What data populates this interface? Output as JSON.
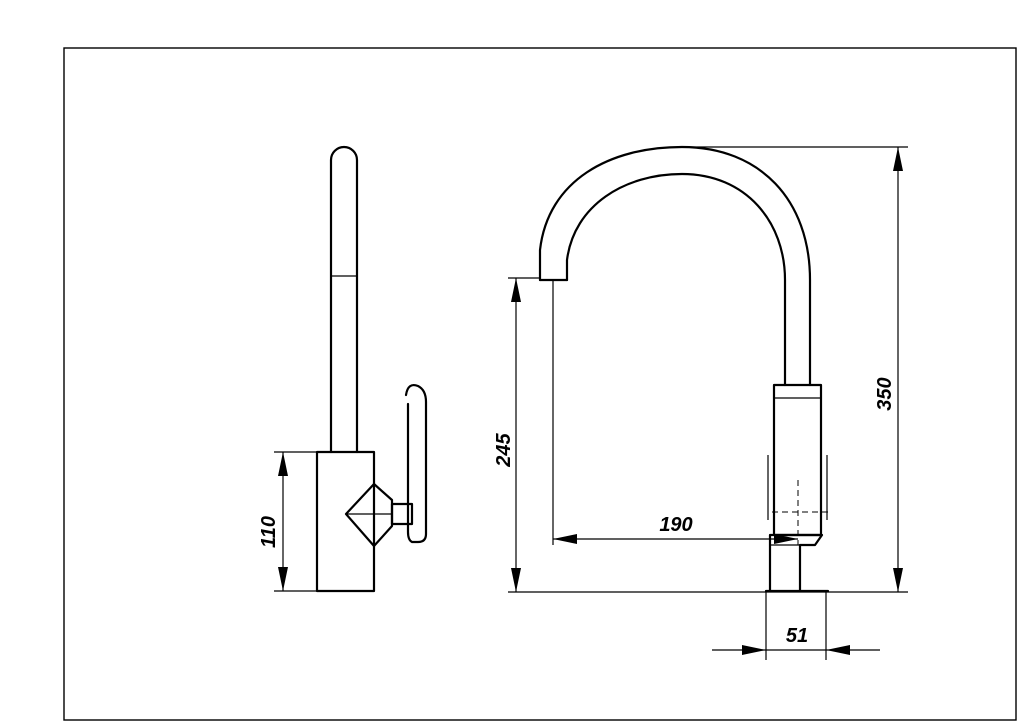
{
  "dimensions": {
    "body_height": "110",
    "spout_height": "245",
    "total_height": "350",
    "spout_reach": "190",
    "base_width": "51"
  },
  "colors": {
    "line": "#000000",
    "background": "#ffffff"
  }
}
